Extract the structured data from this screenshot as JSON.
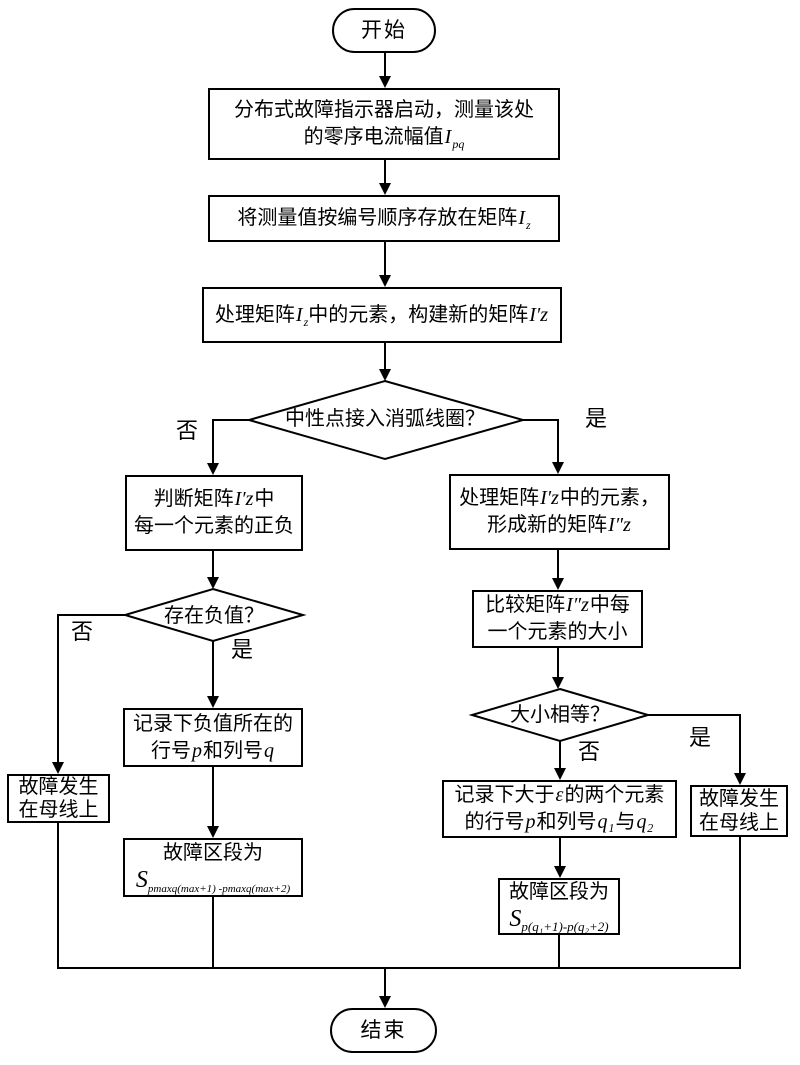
{
  "flowchart": {
    "colors": {
      "line": "#000000",
      "background": "#ffffff",
      "text": "#000000"
    },
    "nodes": {
      "start": {
        "label": "开始"
      },
      "measure": {
        "line1": "分布式故障指示器启动，测量该处",
        "line2_text": "的零序电流幅值",
        "var_base": "I",
        "var_sub": "pq"
      },
      "store": {
        "text": "将测量值按编号顺序存放在矩阵",
        "var_base": "I",
        "var_sub": "z"
      },
      "build": {
        "seg1": "处理矩阵",
        "var1_base": "I",
        "var1_sub": "z",
        "seg2": "中的元素，构建新的矩阵",
        "var2": "I′z"
      },
      "neutral_decision": {
        "label": "中性点接入消弧线圈？",
        "no_label": "否",
        "yes_label": "是"
      },
      "judge_sign": {
        "line1_seg1": "判断矩阵",
        "line1_var": "I′z",
        "line1_seg2": "中",
        "line2": "每一个元素的正负"
      },
      "negative_decision": {
        "label": "存在负值？",
        "no_label": "否",
        "yes_label": "是"
      },
      "record_negative": {
        "line1": "记录下负值所在的",
        "line2_seg1": "行号",
        "line2_var1": "p",
        "line2_seg2": "和列号",
        "line2_var2": "q"
      },
      "fault_section_left": {
        "line1": "故障区段为",
        "formula_base": "S",
        "formula_sub": "pmaxq(max+1) -pmaxq(max+2)"
      },
      "bus_fault_left": {
        "line1": "故障发生",
        "line2": "在母线上"
      },
      "process_matrix": {
        "line1_seg1": "处理矩阵",
        "line1_var": "I′z",
        "line1_seg2": "中的元素，",
        "line2_seg1": "形成新的矩阵",
        "line2_var": "I″z"
      },
      "compare": {
        "line1_seg1": "比较矩阵",
        "line1_var": "I″z",
        "line1_seg2": "中每",
        "line2": "一个元素的大小"
      },
      "equal_decision": {
        "label": "大小相等？",
        "no_label": "否",
        "yes_label": "是"
      },
      "record_epsilon": {
        "line1_seg1": "记录下大于",
        "line1_var": "ε",
        "line1_seg2": "的两个元素",
        "line2_seg1": "的行号",
        "line2_var1": "p",
        "line2_seg2": "和列号",
        "line2_var2": "q₁",
        "line2_seg3": "与",
        "line2_var3": "q₂"
      },
      "fault_section_right": {
        "line1": "故障区段为",
        "formula_base": "S",
        "formula_sub": "p(q₁+1)-p(q₂+2)"
      },
      "bus_fault_right": {
        "line1": "故障发生",
        "line2": "在母线上"
      },
      "end": {
        "label": "结束"
      }
    }
  }
}
